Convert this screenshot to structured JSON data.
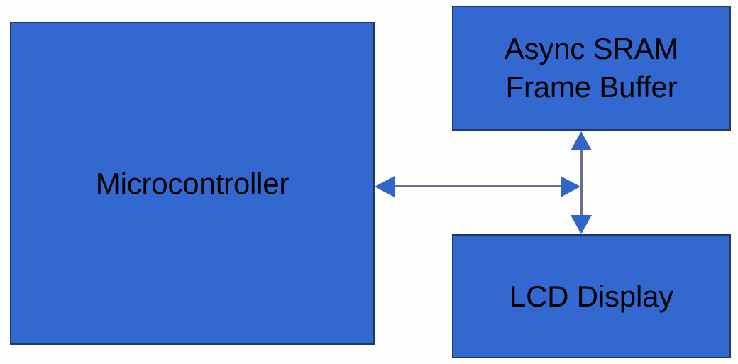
{
  "diagram": {
    "title": "Microcontroller to Async SRAM Frame Buffer and LCD Display block diagram",
    "background_color": "#fdfdfb",
    "blocks": [
      {
        "id": "microcontroller",
        "label": "Microcontroller",
        "fill_color": "#3268cf",
        "border_color": "#1f3864",
        "text_color": "#000000"
      },
      {
        "id": "async-sram-frame-buffer",
        "label": "Async SRAM\nFrame Buffer",
        "fill_color": "#3268cf",
        "border_color": "#1f3864",
        "text_color": "#000000"
      },
      {
        "id": "lcd-display",
        "label": "LCD Display",
        "fill_color": "#3268cf",
        "border_color": "#1f3864",
        "text_color": "#000000"
      }
    ],
    "connectors": [
      {
        "id": "mcu-bus",
        "from": "microcontroller",
        "to": "bus-junction",
        "orientation": "horizontal",
        "style": "double-arrow",
        "line_color": "#6d6d90",
        "arrow_color": "#2f66c8"
      },
      {
        "id": "sram-lcd-bus",
        "from": "async-sram-frame-buffer",
        "to": "lcd-display",
        "orientation": "vertical",
        "style": "double-arrow",
        "line_color": "#6d6d90",
        "arrow_color": "#2f66c8"
      }
    ]
  }
}
